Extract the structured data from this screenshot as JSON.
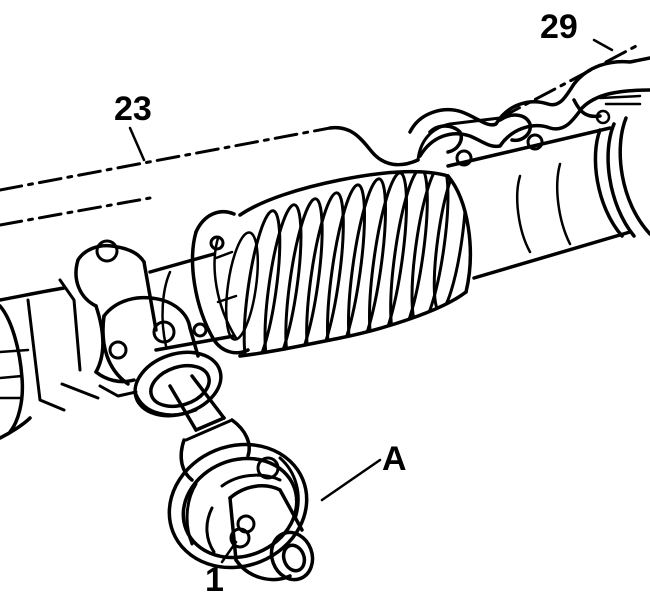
{
  "diagram": {
    "callouts": {
      "c29": "29",
      "c23": "23",
      "cA": "A",
      "c1": "1"
    }
  },
  "colors": {
    "ink": "#000000",
    "paper": "#ffffff"
  }
}
